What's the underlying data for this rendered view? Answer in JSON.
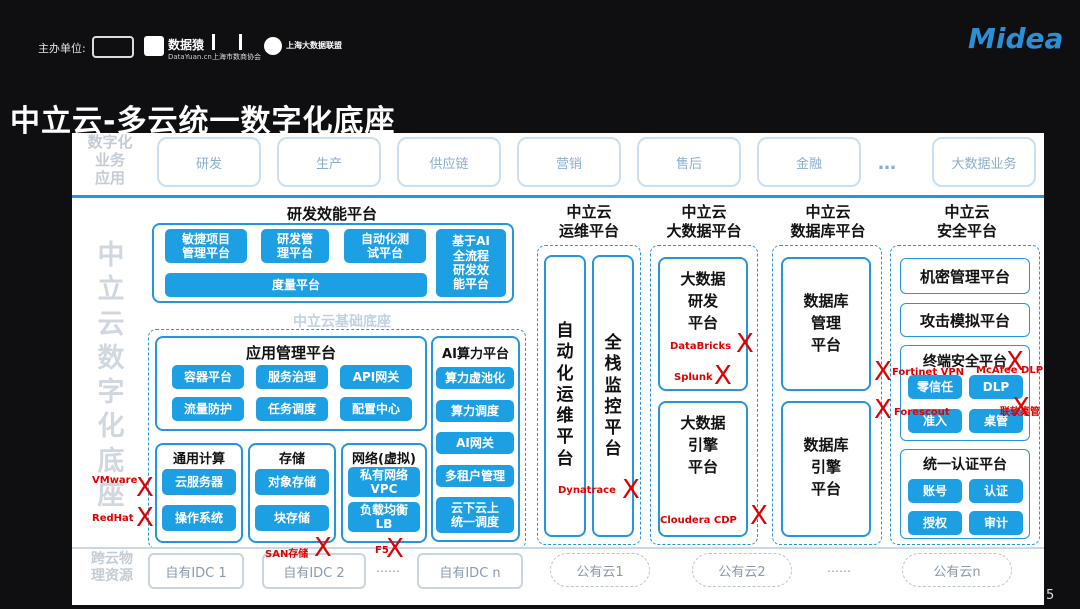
{
  "header": {
    "sponsor_label": "主办单位:",
    "sponsors": [
      "数据猿",
      "DataYuan.cn",
      "上海市数商协会",
      "上海大数据联盟"
    ],
    "title": "中立云-多云统一数字化底座",
    "brand": "Midea"
  },
  "top_row": {
    "label": "数字化\n业务\n应用",
    "items": [
      "研发",
      "生产",
      "供应链",
      "营销",
      "售后",
      "金融",
      "…",
      "大数据业务"
    ]
  },
  "left_label": "中\n立\n云\n数\n字\n化\n底\n座",
  "rd_platform": {
    "title": "研发效能平台",
    "items": [
      "敏捷项目\n管理平台",
      "研发管\n理平台",
      "自动化测\n试平台",
      "度量平台",
      "基于AI\n全流程\n研发效\n能平台"
    ]
  },
  "base": {
    "title": "中立云基础底座",
    "app_mgmt": {
      "title": "应用管理平台",
      "items": [
        "容器平台",
        "服务治理",
        "API网关",
        "流量防护",
        "任务调度",
        "配置中心"
      ]
    },
    "ai": {
      "title": "AI算力平台",
      "items": [
        "算力虚池化",
        "算力调度",
        "AI网关",
        "多租户管理",
        "云下云上\n统一调度"
      ]
    },
    "compute": {
      "title": "通用计算",
      "items": [
        "云服务器",
        "操作系统"
      ]
    },
    "storage": {
      "title": "存储",
      "items": [
        "对象存储",
        "块存储"
      ]
    },
    "network": {
      "title": "网络(虚拟)",
      "items": [
        "私有网络\nVPC",
        "负载均衡\nLB"
      ]
    }
  },
  "ops": {
    "title": "中立云\n运维平台",
    "col1": "自\n动\n化\n运\n维\n平\n台",
    "col2": "全\n栈\n监\n控\n平\n台"
  },
  "bigdata": {
    "title": "中立云\n大数据平台",
    "dev": "大数据\n研发\n平台",
    "engine": "大数据\n引擎\n平台"
  },
  "db": {
    "title": "中立云\n数据库平台",
    "mgmt": "数据库\n管理\n平台",
    "engine": "数据库\n引擎\n平台"
  },
  "security": {
    "title": "中立云\n安全平台",
    "items": [
      "机密管理平台",
      "攻击模拟平台"
    ],
    "endpoint": {
      "title": "终端安全平台",
      "items": [
        "零信任",
        "DLP",
        "准入",
        "桌管"
      ]
    },
    "auth": {
      "title": "统一认证平台",
      "items": [
        "账号",
        "认证",
        "授权",
        "审计"
      ]
    }
  },
  "bottom_row": {
    "label": "跨云物\n理资源",
    "items": [
      "自有IDC 1",
      "自有IDC 2",
      "……",
      "自有IDC n",
      "公有云1",
      "公有云2",
      "……",
      "公有云n"
    ]
  },
  "annotations": {
    "vmware": "VMware",
    "redhat": "RedHat",
    "san": "SAN存储",
    "f5": "F5",
    "dynatrace": "Dynatrace",
    "databricks": "DataBricks",
    "splunk": "Splunk",
    "cloudera": "Cloudera CDP",
    "fortinet": "Fortinet VPN",
    "mcafee": "McAfee DLP",
    "forescout": "Forescout",
    "lianruan": "联软桌管",
    "x": "X"
  },
  "page_number": "5"
}
